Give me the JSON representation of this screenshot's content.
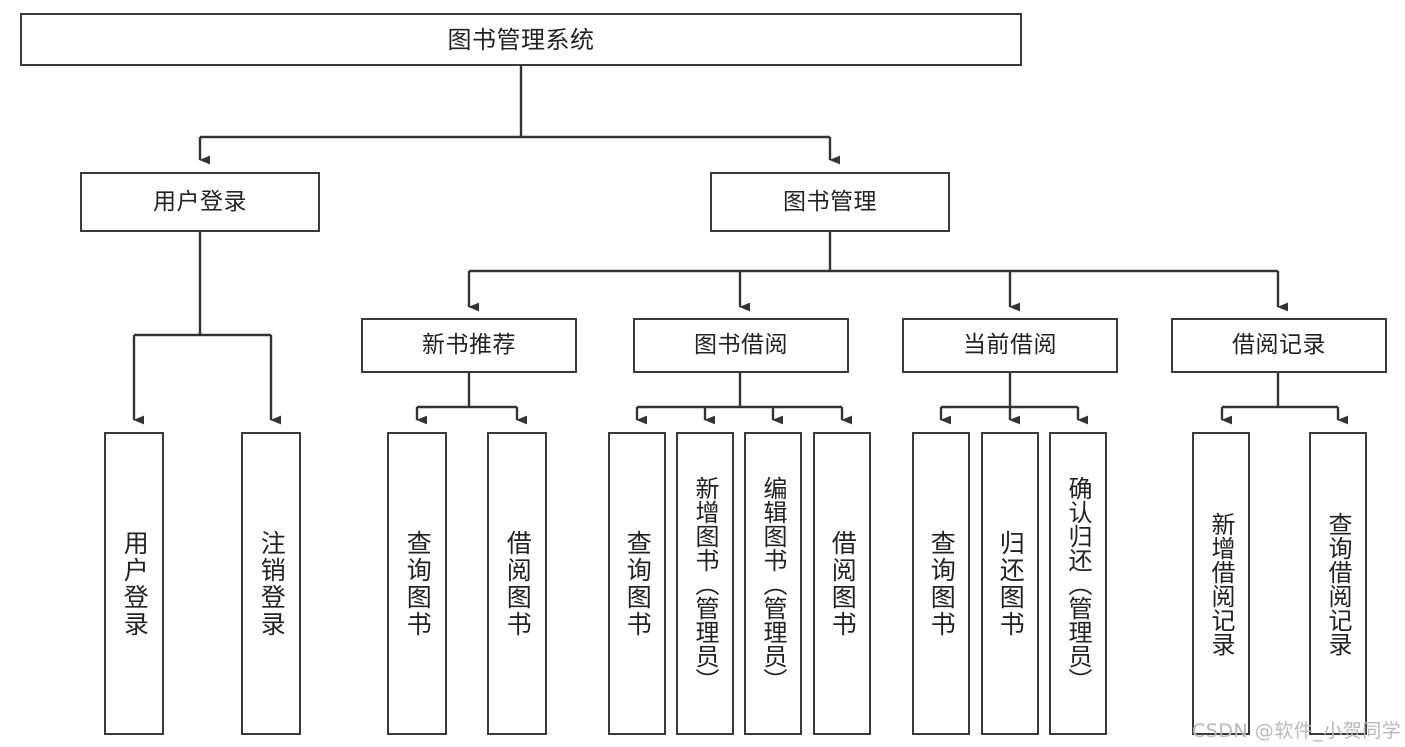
{
  "diagram": {
    "type": "tree-hierarchy",
    "title": "图书管理系统",
    "background_color": "#ffffff",
    "box_border_color": "#3a3a3a",
    "connector_color": "#333333",
    "text_color": "#222222"
  },
  "nodes": {
    "root": {
      "label": "图书管理系统"
    },
    "level2": [
      {
        "label": "用户登录"
      },
      {
        "label": "图书管理"
      }
    ],
    "level3": [
      {
        "label": "新书推荐"
      },
      {
        "label": "图书借阅"
      },
      {
        "label": "当前借阅"
      },
      {
        "label": "借阅记录"
      }
    ],
    "leaves": {
      "user_login": [
        {
          "label": "用户登录"
        },
        {
          "label": "注销登录"
        }
      ],
      "new_book_recommend": [
        {
          "label": "查询图书"
        },
        {
          "label": "借阅图书"
        }
      ],
      "book_borrow": [
        {
          "label": "查询图书"
        },
        {
          "label": "新增图书（管理员）"
        },
        {
          "label": "编辑图书（管理员）"
        },
        {
          "label": "借阅图书"
        }
      ],
      "current_borrow": [
        {
          "label": "查询图书"
        },
        {
          "label": "归还图书"
        },
        {
          "label": "确认归还（管理员）"
        }
      ],
      "borrow_record": [
        {
          "label": "新增借阅记录"
        },
        {
          "label": "查询借阅记录"
        }
      ]
    }
  },
  "watermark": {
    "text": "CSDN @软件_小贺同学",
    "color": "#b9b9b9"
  }
}
